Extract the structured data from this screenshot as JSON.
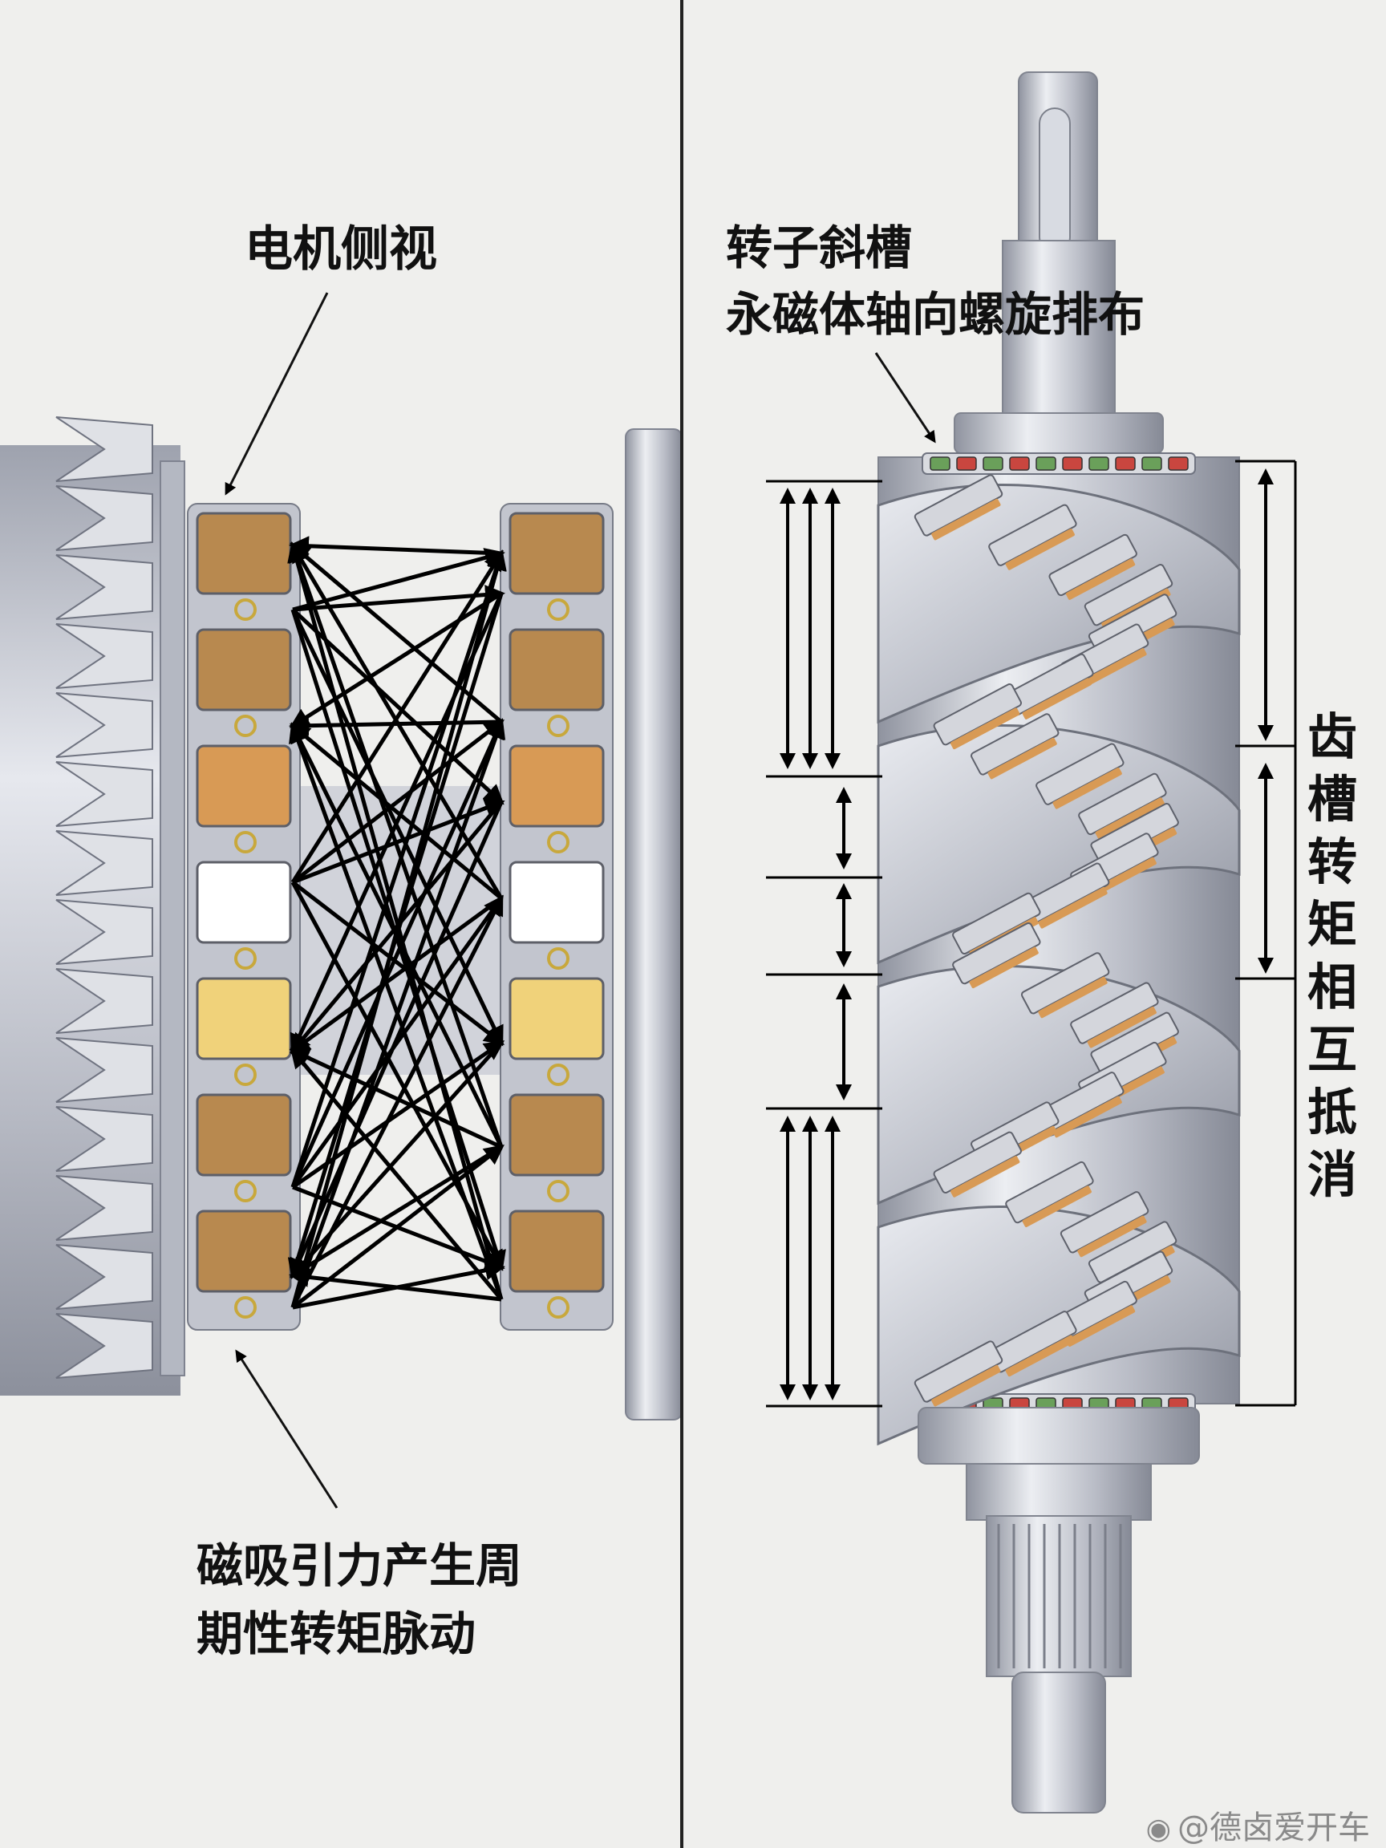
{
  "labels": {
    "motor_side_view": "电机侧视",
    "rotor_skew_line1": "转子斜槽",
    "rotor_skew_line2": "永磁体轴向螺旋排布",
    "ripple_line1": "磁吸引力产生周",
    "ripple_line2": "期性转矩脉动",
    "cancellation_vertical": "齿槽转矩相互抵消"
  },
  "watermark": {
    "icon": "weibo-logo-icon",
    "text": "@德卤爱开车"
  },
  "colors": {
    "background": "#efefed",
    "magnet_orange": "#d89a55",
    "magnet_brown": "#b8894f",
    "magnet_yellow": "#f0d27a",
    "steel": "#c4c7cf",
    "stator_ring": "#a63a3a",
    "arrow": "#000000",
    "divider": "#222222"
  }
}
